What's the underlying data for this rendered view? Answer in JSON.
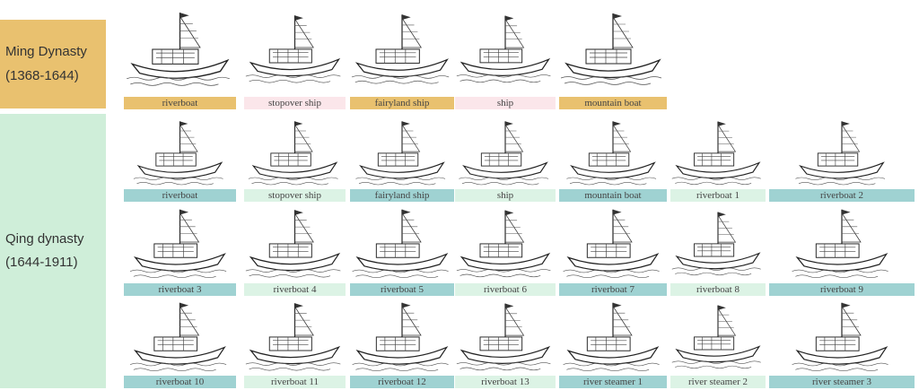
{
  "eras": [
    {
      "name": "Ming Dynasty",
      "years": "(1368-1644)"
    },
    {
      "name": "Qing dynasty",
      "years": "(1644-1911)"
    }
  ],
  "ming_row": [
    "riverboat",
    "stopover ship",
    "fairyland ship",
    "ship",
    "mountain boat"
  ],
  "qing_rows": [
    [
      "riverboat",
      "stopover ship",
      "fairyland ship",
      "ship",
      "mountain boat",
      "riverboat 1",
      "riverboat 2"
    ],
    [
      "riverboat 3",
      "riverboat 4",
      "riverboat 5",
      "riverboat 6",
      "riverboat 7",
      "riverboat 8",
      "riverboat 9"
    ],
    [
      "riverboat 10",
      "riverboat 11",
      "riverboat 12",
      "riverboat 13",
      "river steamer 1",
      "river steamer 2",
      "river steamer 3"
    ]
  ],
  "colors": {
    "ming_a": "#e9c16f",
    "ming_b": "#fbe6ea",
    "qing_a": "#9fd2d2",
    "qing_b": "#dcf3e5",
    "qing_panel": "#cfeed9"
  }
}
